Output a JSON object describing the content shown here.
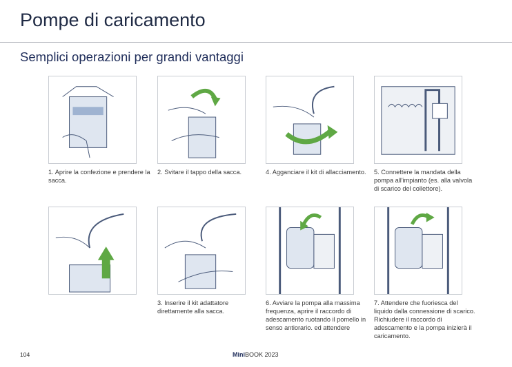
{
  "page": {
    "title": "Pompe di caricamento",
    "subtitle": "Semplici operazioni per grandi vantaggi",
    "page_number": "104",
    "footer_brand_bold": "Mini",
    "footer_brand_rest": "BOOK 2023"
  },
  "colors": {
    "navy": "#1f2d5a",
    "green": "#5fa844",
    "line": "#4a5a7a"
  },
  "steps": [
    {
      "caption": "1. Aprire la confezione e prendere la sacca."
    },
    {
      "caption": "2. Svitare il tappo della sacca."
    },
    {
      "caption": "4. Agganciare il kit di allacciamento."
    },
    {
      "caption": "5. Connettere la mandata della pompa all'impianto (es. alla valvola di scarico del collettore)."
    },
    {
      "caption": ""
    },
    {
      "caption": "3. Inserire il kit adattatore direttamente alla sacca."
    },
    {
      "caption": "6. Avviare la pompa alla massima frequenza, aprire il raccordo di adescamento ruotando il pomello in senso antiorario. ed attendere"
    },
    {
      "caption": "7. Attendere che fuoriesca del liquido dalla connessione di scarico. Richiudere il raccordo di adescamento e la pompa inizierà il caricamento."
    }
  ]
}
